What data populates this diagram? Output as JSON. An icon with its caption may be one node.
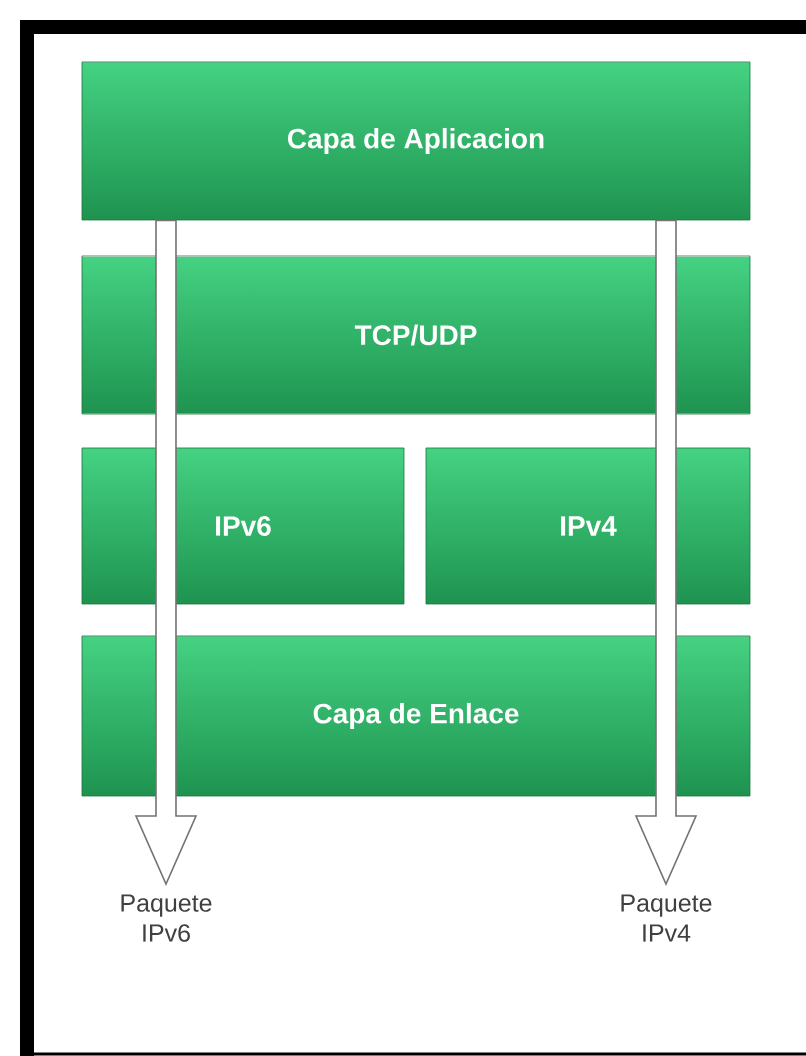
{
  "diagram": {
    "nodes": [
      {
        "text": [
          "Capa de Aplicacion"
        ]
      },
      {
        "text": [
          "TCP/UDP"
        ]
      },
      {
        "text": [
          "IPv6"
        ]
      },
      {
        "text": [
          "IPv4"
        ]
      },
      {
        "text": [
          "Capa de Enlace"
        ]
      },
      {
        "text": [
          "Paquete IPv6"
        ]
      },
      {
        "text": [
          "Paquete IPv4"
        ]
      }
    ],
    "edges": [
      {
        "from": 0,
        "to": 5,
        "arrow": "to"
      },
      {
        "from": 0,
        "to": 6,
        "arrow": "to"
      }
    ]
  }
}
